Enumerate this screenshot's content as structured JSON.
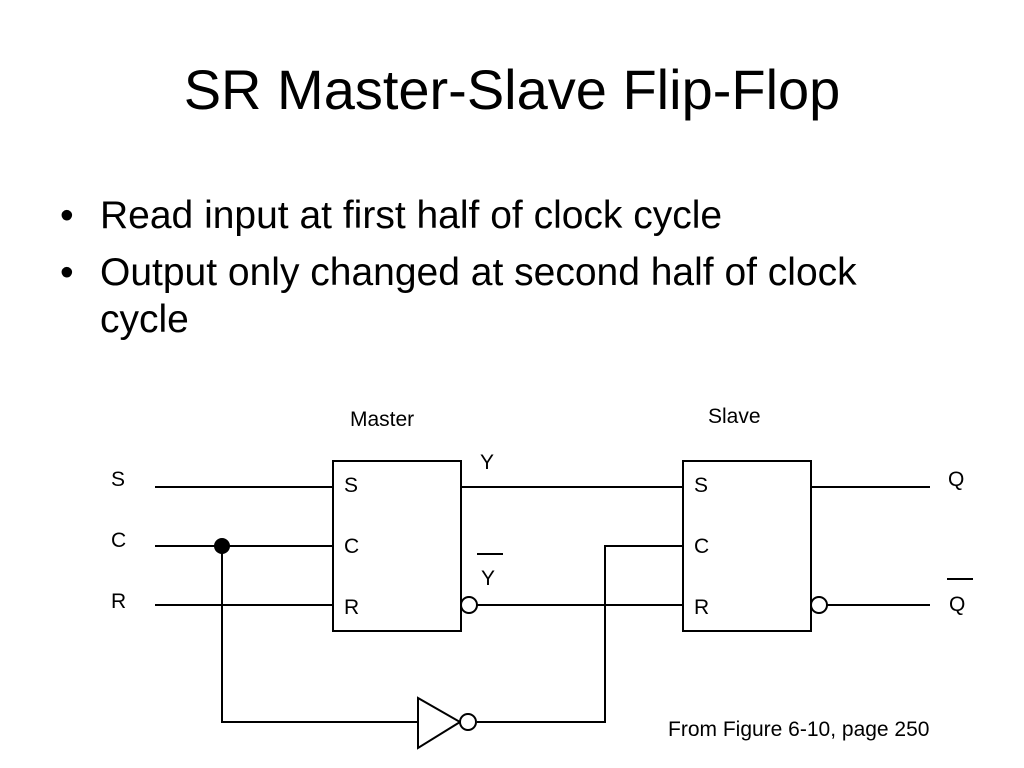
{
  "slide": {
    "title": "SR Master-Slave Flip-Flop",
    "bullets": [
      "Read input at first half of clock cycle",
      "Output only changed at second half of clock cycle"
    ],
    "bullet_glyph": "•"
  },
  "diagram": {
    "master_label": "Master",
    "slave_label": "Slave",
    "inputs": {
      "s": "S",
      "c": "C",
      "r": "R"
    },
    "master_ports": {
      "s": "S",
      "c": "C",
      "r": "R"
    },
    "slave_ports": {
      "s": "S",
      "c": "C",
      "r": "R"
    },
    "y_label": "Y",
    "y_bar_label": "Y",
    "q_label": "Q",
    "q_bar_label": "Q",
    "icons": [
      "inverter-icon",
      "junction-dot-icon",
      "inversion-bubble-icon"
    ]
  },
  "caption": "From Figure 6-10, page 250"
}
